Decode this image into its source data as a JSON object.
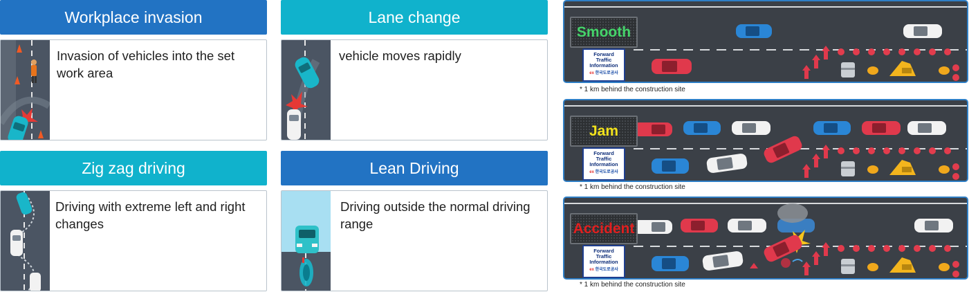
{
  "cards": [
    {
      "title": "Workplace invasion",
      "description": "Invasion of vehicles into the set work area",
      "color": "#2273c3"
    },
    {
      "title": "Lane change",
      "description": "vehicle moves rapidly",
      "color": "#10b2cc"
    },
    {
      "title": "Zig zag driving",
      "description": "Driving with extreme left and right changes",
      "color": "#10b2cc"
    },
    {
      "title": "Lean Driving",
      "description": "Driving outside the normal driving range",
      "color": "#2273c3"
    }
  ],
  "scenes": [
    {
      "status": "Smooth",
      "status_color": "#45d46a",
      "caption": "* 1 km behind the construction site"
    },
    {
      "status": "Jam",
      "status_color": "#f2e21c",
      "caption": "* 1 km behind the construction site"
    },
    {
      "status": "Accident",
      "status_color": "#e11f1f",
      "caption": "* 1 km behind the construction site"
    }
  ],
  "info_sign": {
    "line1": "Forward",
    "line2": "Traffic",
    "line3": "Information",
    "logo_mark": "ex",
    "logo_text": "한국도로공사"
  }
}
